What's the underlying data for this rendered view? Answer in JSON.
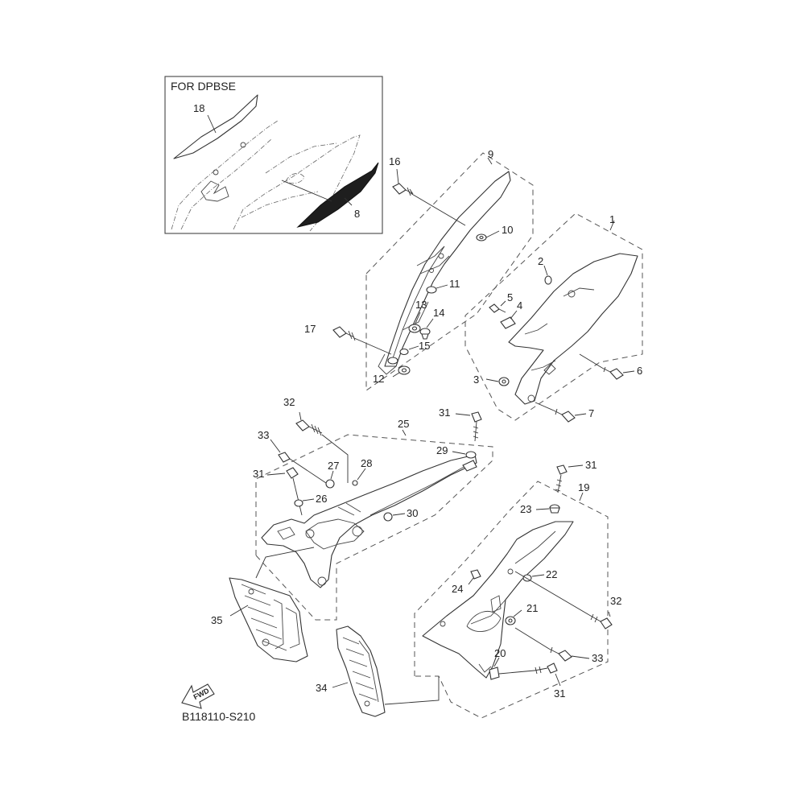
{
  "diagram_code": "B118110-S210",
  "inset": {
    "title": "FOR DPBSE"
  },
  "fwd_arrow": {
    "text": "FWD"
  },
  "callouts": {
    "c1": "1",
    "c2": "2",
    "c3": "3",
    "c4": "4",
    "c5": "5",
    "c6": "6",
    "c7": "7",
    "c8": "8",
    "c9": "9",
    "c10": "10",
    "c11": "11",
    "c12": "12",
    "c13": "13",
    "c14": "14",
    "c15": "15",
    "c16": "16",
    "c17": "17",
    "c18": "18",
    "c19": "19",
    "c20": "20",
    "c21": "21",
    "c22": "22",
    "c23": "23",
    "c24": "24",
    "c25": "25",
    "c26": "26",
    "c27": "27",
    "c28": "28",
    "c29": "29",
    "c30": "30",
    "c31a": "31",
    "c31b": "31",
    "c31c": "31",
    "c31d": "31",
    "c32a": "32",
    "c32b": "32",
    "c33a": "33",
    "c33b": "33",
    "c34": "34",
    "c35": "35"
  }
}
